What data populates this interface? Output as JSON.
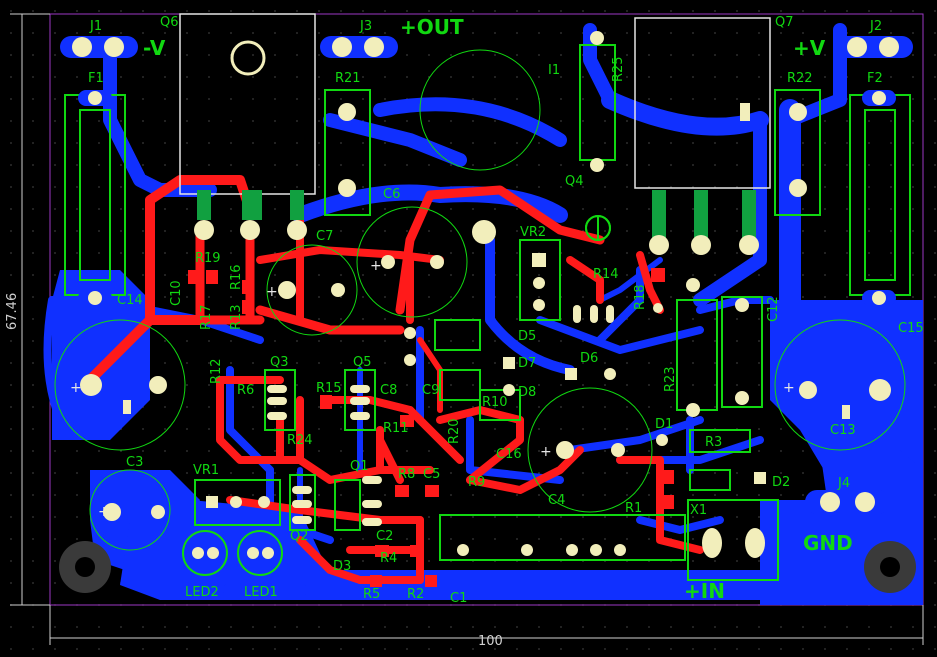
{
  "colors": {
    "background": "#000000",
    "grid_dot": "#3a3a3a",
    "bottom_copper": "#1030ff",
    "top_copper": "#ff1a1a",
    "silkscreen": "#11d811",
    "pad": "#f2eebb",
    "dimension": "#d0d0d0",
    "outline": "#9d38c4"
  },
  "dimensions": {
    "width_label": "100",
    "height_label": "67.46"
  },
  "power_labels": {
    "neg_v": "-V",
    "out": "+OUT",
    "pos_v": "+V",
    "gnd": "GND",
    "in": "+IN"
  },
  "icons": [
    "mounting-hole-icon",
    "trimmer-pot-icon"
  ],
  "components": {
    "J1": "J1",
    "J2": "J2",
    "J3": "J3",
    "J4": "J4",
    "F1": "F1",
    "F2": "F2",
    "Q1": "Q1",
    "Q2": "Q2",
    "Q3": "Q3",
    "Q4": "Q4",
    "Q5": "Q5",
    "Q6": "Q6",
    "Q7": "Q7",
    "R1": "R1",
    "R2": "R2",
    "R3": "R3",
    "R4": "R4",
    "R5": "R5",
    "R6": "R6",
    "R8": "R8",
    "R9": "R9",
    "R10": "R10",
    "R11": "R11",
    "R12": "R12",
    "R13": "R13",
    "R14": "R14",
    "R15": "R15",
    "R16": "R16",
    "R17": "R17",
    "R18": "R18",
    "R19": "R19",
    "R20": "R20",
    "R21": "R21",
    "R22": "R22",
    "R23": "R23",
    "R24": "R24",
    "R25": "R25",
    "C1": "C1",
    "C2": "C2",
    "C3": "C3",
    "C4": "C4",
    "C5": "C5",
    "C6": "C6",
    "C7": "C7",
    "C8": "C8",
    "C9": "C9",
    "C10": "C10",
    "C12": "C12",
    "C13": "C13",
    "C14": "C14",
    "C15": "C15",
    "C16": "C16",
    "D1": "D1",
    "D2": "D2",
    "D3": "D3",
    "D5": "D5",
    "D6": "D6",
    "D7": "D7",
    "D8": "D8",
    "VR1": "VR1",
    "VR2": "VR2",
    "LED1": "LED1",
    "LED2": "LED2",
    "X1": "X1",
    "I1": "I1"
  }
}
